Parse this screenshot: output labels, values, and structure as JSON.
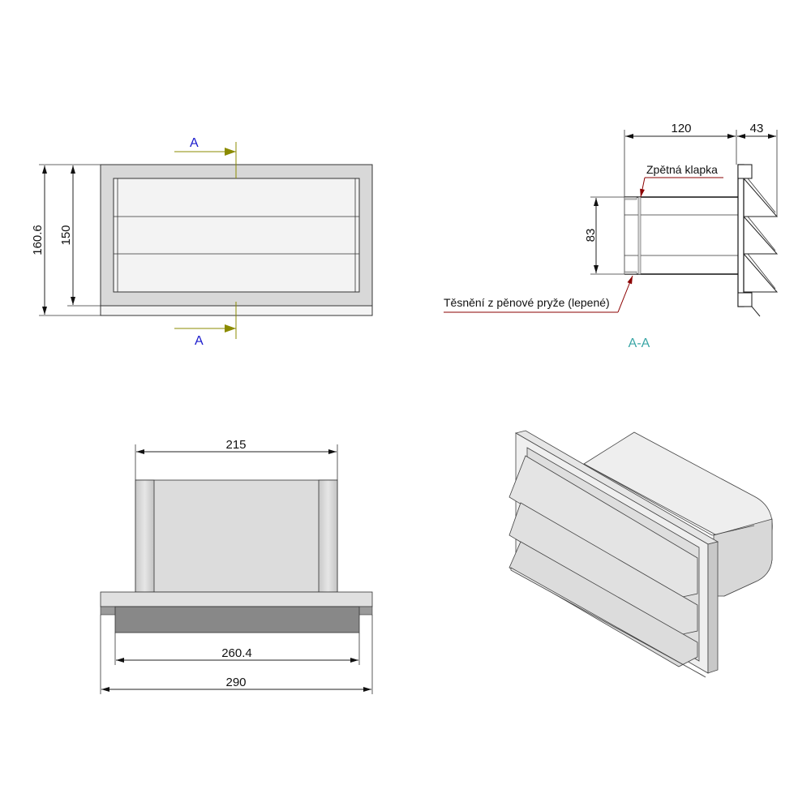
{
  "front_view": {
    "dimensions": {
      "overall_height": "160.6",
      "inner_height": "150"
    },
    "section_marker_top": "A",
    "section_marker_bottom": "A"
  },
  "section_view": {
    "title": "A-A",
    "dimensions": {
      "duct_length": "120",
      "louver_depth": "43",
      "height": "83"
    },
    "labels": {
      "check_flap": "Zpětná klapka",
      "foam_seal": "Těsnění z pěnové pryže (lepené)"
    }
  },
  "bottom_view": {
    "dimensions": {
      "duct_width": "215",
      "tray_width": "260.4",
      "flange_width": "290"
    }
  },
  "colors": {
    "section_arrow": "#8b8b00",
    "section_letter": "#1a1acc",
    "section_title": "#3aa6a6",
    "leader": "#8b0000"
  }
}
